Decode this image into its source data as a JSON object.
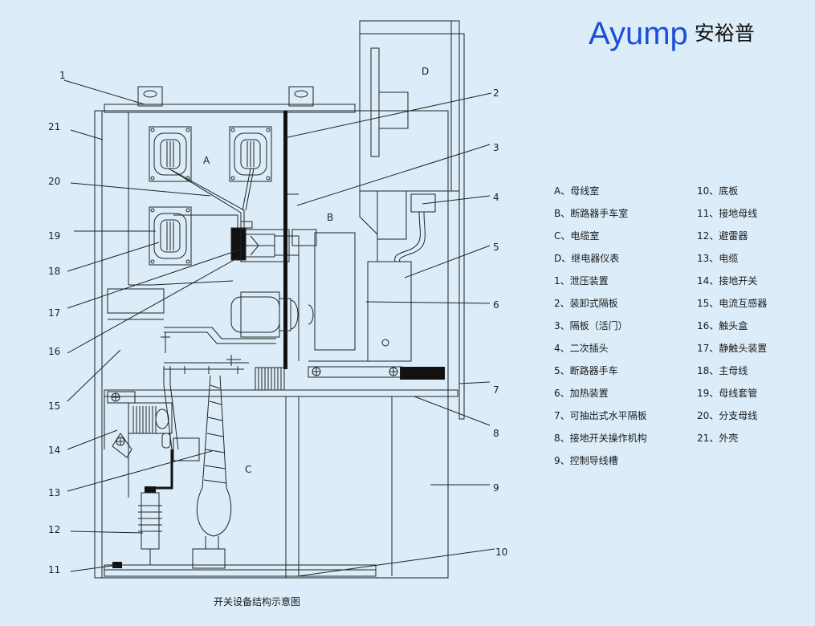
{
  "brand": {
    "latin": "Ayump",
    "cn": "安裕普"
  },
  "caption": "开关设备结构示意图",
  "zones": {
    "A": "A",
    "B": "B",
    "C": "C",
    "D": "D"
  },
  "callouts": [
    "1",
    "2",
    "3",
    "4",
    "5",
    "6",
    "7",
    "8",
    "9",
    "10",
    "11",
    "12",
    "13",
    "14",
    "15",
    "16",
    "17",
    "18",
    "19",
    "20",
    "21"
  ],
  "legend_left": [
    "A、母线室",
    "B、断路器手车室",
    "C、电缆室",
    "D、继电器仪表",
    "1、泄压装置",
    "2、装卸式隔板",
    "3、隔板（活门）",
    "4、二次插头",
    "5、断路器手车",
    "6、加热装置",
    "7、可抽出式水平隔板",
    "8、接地开关操作机构",
    "9、控制导线槽"
  ],
  "legend_right": [
    "10、底板",
    "11、接地母线",
    "12、避雷器",
    "13、电缆",
    "14、接地开关",
    "15、电流互感器",
    "16、触头盒",
    "17、静触头装置",
    "18、主母线",
    "19、母线套管",
    "20、分支母线",
    "21、外壳"
  ]
}
